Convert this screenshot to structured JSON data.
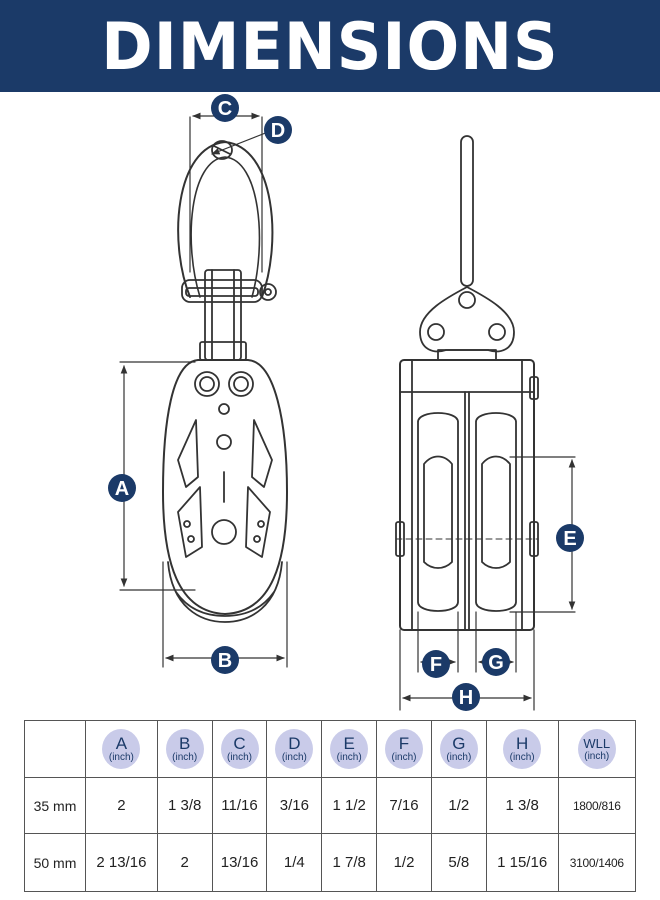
{
  "header": {
    "title": "DIMENSIONS"
  },
  "callouts": {
    "A": "A",
    "B": "B",
    "C": "C",
    "D": "D",
    "E": "E",
    "F": "F",
    "G": "G",
    "H": "H"
  },
  "colors": {
    "navy": "#1b3a68",
    "ellipse": "#c9cbe9",
    "line": "#333333"
  },
  "table": {
    "headers": [
      {
        "letter": "A",
        "unit": "(inch)"
      },
      {
        "letter": "B",
        "unit": "(inch)"
      },
      {
        "letter": "C",
        "unit": "(inch)"
      },
      {
        "letter": "D",
        "unit": "(inch)"
      },
      {
        "letter": "E",
        "unit": "(inch)"
      },
      {
        "letter": "F",
        "unit": "(inch)"
      },
      {
        "letter": "G",
        "unit": "(inch)"
      },
      {
        "letter": "H",
        "unit": "(inch)"
      },
      {
        "letter": "WLL",
        "unit": "(inch)"
      }
    ],
    "rows": [
      {
        "label": "35 mm",
        "values": [
          "2",
          "1  3/8",
          "11/16",
          "3/16",
          "1  1/2",
          "7/16",
          "1/2",
          "1  3/8",
          "1800/816"
        ]
      },
      {
        "label": "50 mm",
        "values": [
          "2  13/16",
          "2",
          "13/16",
          "1/4",
          "1  7/8",
          "1/2",
          "5/8",
          "1  15/16",
          "3100/1406"
        ]
      }
    ]
  }
}
